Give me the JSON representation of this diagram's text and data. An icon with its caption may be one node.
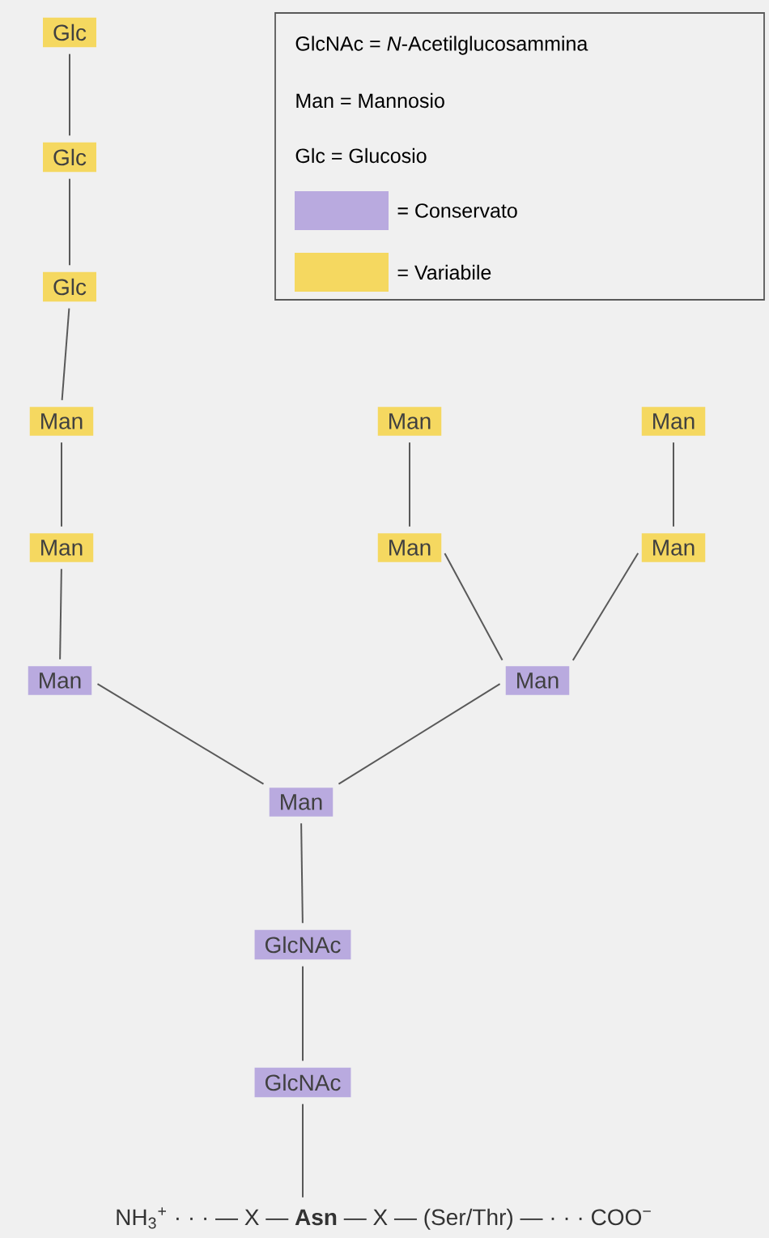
{
  "diagram": {
    "nodes": [
      {
        "text": [
          "Glc"
        ]
      },
      {
        "text": [
          "Glc"
        ]
      },
      {
        "text": [
          "Glc"
        ]
      },
      {
        "text": [
          "Man"
        ]
      },
      {
        "text": [
          "Man"
        ]
      },
      {
        "text": [
          "Man"
        ]
      },
      {
        "text": [
          "Man"
        ]
      },
      {
        "text": [
          "Man"
        ]
      },
      {
        "text": [
          "Man"
        ]
      },
      {
        "text": [
          "Man"
        ]
      },
      {
        "text": [
          "Man"
        ]
      },
      {
        "text": [
          "Man"
        ]
      },
      {
        "text": [
          "GlcNAc"
        ]
      },
      {
        "text": [
          "GlcNAc"
        ]
      },
      {
        "text": [
          "NH$_{3}$$^{+}$ · · · — X — **Asn** — X — (Ser/Thr) — · · · COO$^{−}$"
        ]
      }
    ],
    "edges": [
      {
        "from": 0,
        "to": 1,
        "arrow": "none"
      },
      {
        "from": 1,
        "to": 2,
        "arrow": "none"
      },
      {
        "from": 2,
        "to": 3,
        "arrow": "none"
      },
      {
        "from": 3,
        "to": 6,
        "arrow": "none"
      },
      {
        "from": 6,
        "to": 9,
        "arrow": "none"
      },
      {
        "from": 4,
        "to": 7,
        "arrow": "none"
      },
      {
        "from": 5,
        "to": 8,
        "arrow": "none"
      },
      {
        "from": 7,
        "to": 10,
        "arrow": "none"
      },
      {
        "from": 8,
        "to": 10,
        "arrow": "none"
      },
      {
        "from": 9,
        "to": 11,
        "arrow": "none"
      },
      {
        "from": 10,
        "to": 11,
        "arrow": "none"
      },
      {
        "from": 11,
        "to": 12,
        "arrow": "none"
      },
      {
        "from": 12,
        "to": 13,
        "arrow": "none"
      },
      {
        "from": 13,
        "to": 14,
        "arrow": "none"
      }
    ],
    "legend": [
      {
        "text": "GlcNAc = *N*-Acetilglucosammina"
      },
      {
        "text": "Man = Mannosio"
      },
      {
        "text": "Glc = Glucosio"
      },
      {
        "text": "= Conservato",
        "color": "#b9aadf"
      },
      {
        "text": "= Variabile",
        "color": "#f5d860"
      }
    ]
  }
}
